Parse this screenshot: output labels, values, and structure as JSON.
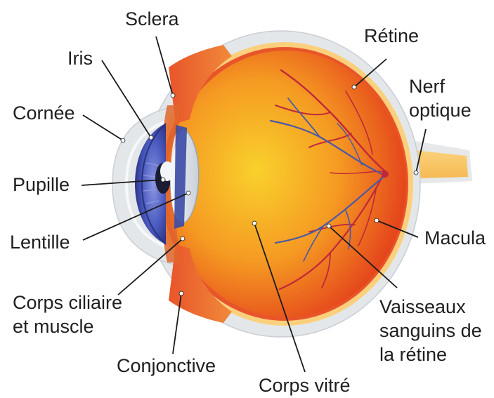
{
  "labels": {
    "sclera": "Sclera",
    "iris": "Iris",
    "cornee": "Cornée",
    "pupille": "Pupille",
    "lentille": "Lentille",
    "corps_ciliaire_line1": "Corps ciliaire",
    "corps_ciliaire_line2": "et muscle",
    "conjonctive": "Conjonctive",
    "corps_vitre": "Corps vitré",
    "retine": "Rétine",
    "nerf_line1": "Nerf",
    "nerf_line2": "optique",
    "macula": "Macula",
    "vaisseaux_line1": "Vaisseaux",
    "vaisseaux_line2": "sanguins de",
    "vaisseaux_line3": "la rétine"
  },
  "colors": {
    "sclera": "#e4e7ea",
    "vitreous_center": "#f7c52b",
    "vitreous_edge": "#e8471a",
    "retina_ring": "#fbd07c",
    "iris": "#3e4fb0",
    "lens": "#dfe4ea",
    "optic_nerve": "#f6b64a",
    "vessel_red": "#c0283a",
    "vessel_blue": "#4a58a8"
  }
}
